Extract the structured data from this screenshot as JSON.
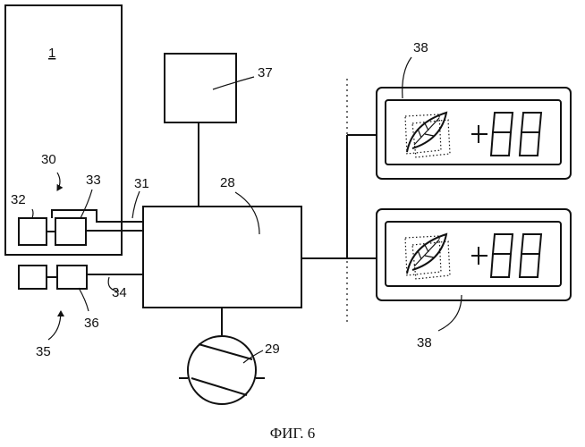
{
  "figure": {
    "caption": "ФИГ. 6",
    "refs": {
      "housing": "1",
      "assembly_30": "30",
      "box_32": "32",
      "box_33": "33",
      "line_31": "31",
      "controller": "28",
      "box_37": "37",
      "fan": "29",
      "line_34": "34",
      "assembly_35": "35",
      "box_36": "36",
      "display_top": "38",
      "display_bottom": "38"
    }
  },
  "colors": {
    "ink": "#111111",
    "background": "#ffffff"
  }
}
